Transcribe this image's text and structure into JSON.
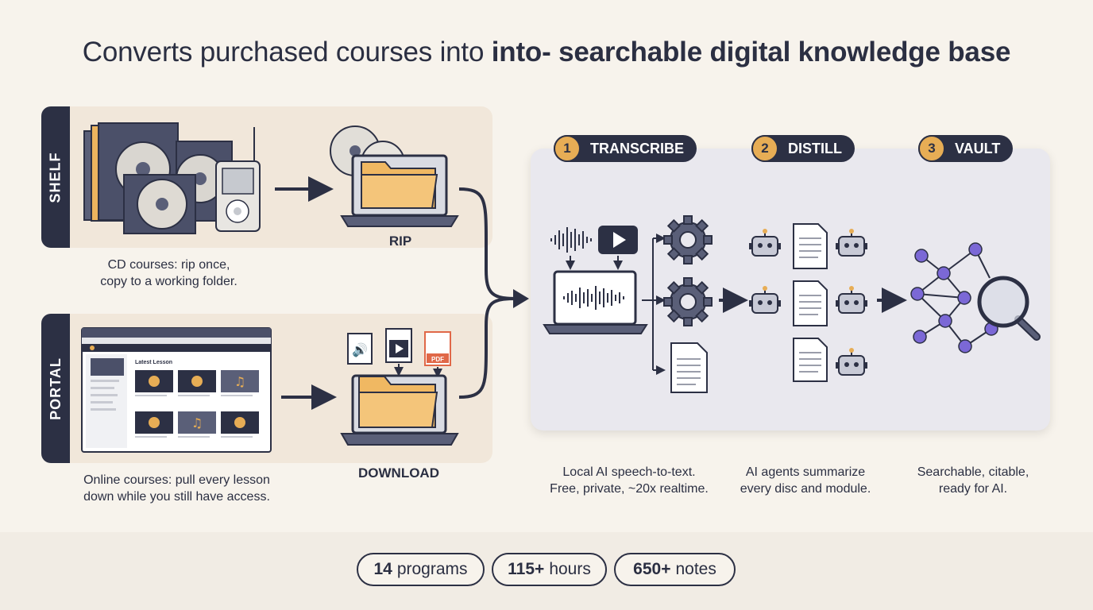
{
  "title": {
    "normal": "Converts purchased courses into",
    "bold": "into- searchable digital knowledge base"
  },
  "shelf": {
    "tab_label": "SHELF",
    "action_label": "RIP",
    "caption_line1": "CD courses: rip once,",
    "caption_line2": "copy to a working folder."
  },
  "portal": {
    "tab_label": "PORTAL",
    "action_label": "DOWNLOAD",
    "browser_heading": "Latest Lesson",
    "file_badge": "PDF",
    "caption_line1": "Online courses: pull every lesson",
    "caption_line2": "down while you still have access."
  },
  "steps": [
    {
      "number": "1",
      "label": "TRANSCRIBE",
      "caption_line1": "Local AI speech-to-text.",
      "caption_line2": "Free, private, ~20x realtime."
    },
    {
      "number": "2",
      "label": "DISTILL",
      "caption_line1": "AI agents summarize",
      "caption_line2": "every disc and module."
    },
    {
      "number": "3",
      "label": "VAULT",
      "caption_line1": "Searchable, citable,",
      "caption_line2": "ready for AI."
    }
  ],
  "stats": [
    {
      "value": "14",
      "unit": "programs"
    },
    {
      "value": "115+",
      "unit": "hours"
    },
    {
      "value": "650+",
      "unit": "notes"
    }
  ],
  "colors": {
    "navy": "#2c3044",
    "accent_orange": "#e7ad55",
    "folder": "#f0b862",
    "node_purple": "#7b68d6",
    "pdf_red": "#e06848"
  }
}
